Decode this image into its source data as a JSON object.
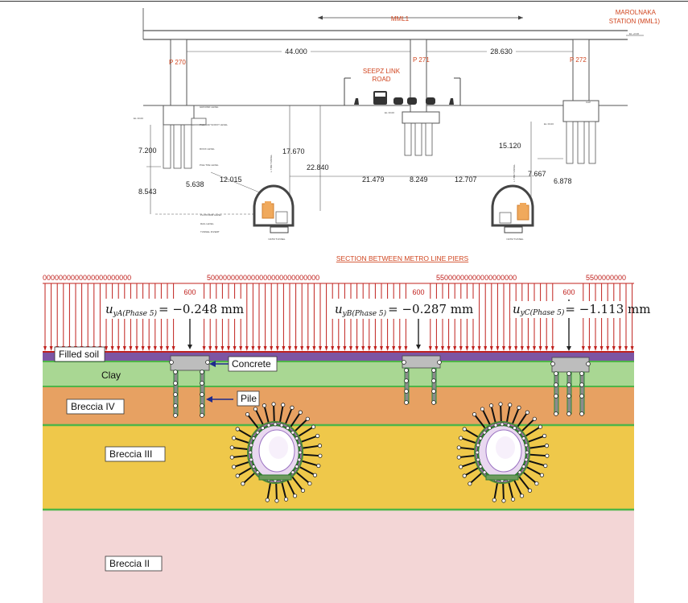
{
  "top_drawing": {
    "line_label": "MML1",
    "station_label_line1": "MAROLNAKA",
    "station_label_line2": "STATION (MML1)",
    "piers": [
      "P 270",
      "P 271",
      "P 272"
    ],
    "road_label_line1": "SEEPZ LINK",
    "road_label_line2": "ROAD",
    "dim_span_1": "44.000",
    "dim_span_2": "28.630",
    "dim_7200": "7.200",
    "dim_8543": "8.543",
    "dim_5638": "5.638",
    "dim_12015": "12.015",
    "dim_17670": "17.670",
    "dim_22840": "22.840",
    "dim_21479": "21.479",
    "dim_8249": "8.249",
    "dim_12707": "12.707",
    "dim_15120": "15.120",
    "dim_7667": "7.667",
    "dim_6878": "6.878",
    "tunnel_label": "NATM TUNNEL",
    "section_caption": "SECTION BETWEEN METRO LINE PIERS"
  },
  "model": {
    "load_digits_left": "0000000000000000000000",
    "load_digits_mid": "5000000000000000000000000000",
    "load_digits_right": "55000000000000000000",
    "load_digits_far": "5500000000",
    "gap_label": "600",
    "uyA_main": "u",
    "uyA_sub": "yA(Phase 5)",
    "uyA_value": "= −0.248 mm",
    "uyB_main": "u",
    "uyB_sub": "yB(Phase 5)",
    "uyB_value": "= −0.287 mm",
    "uyC_main": "u",
    "uyC_sub": "yC(Phase 5)",
    "uyC_value": "= −1.113 mm",
    "layers": [
      "Filled soil",
      "Clay",
      "Breccia IV",
      "Breccia III",
      "Breccia II"
    ],
    "callout_concrete": "Concrete",
    "callout_pile": "Pile"
  },
  "colors": {
    "filled_soil": "#7d55a3",
    "clay": "#a9d793",
    "breccia_iv": "#e7a162",
    "breccia_iii": "#efc84a",
    "breccia_ii": "#f3d6d6",
    "load": "#c0211d",
    "annotation_red": "#d0451f"
  }
}
